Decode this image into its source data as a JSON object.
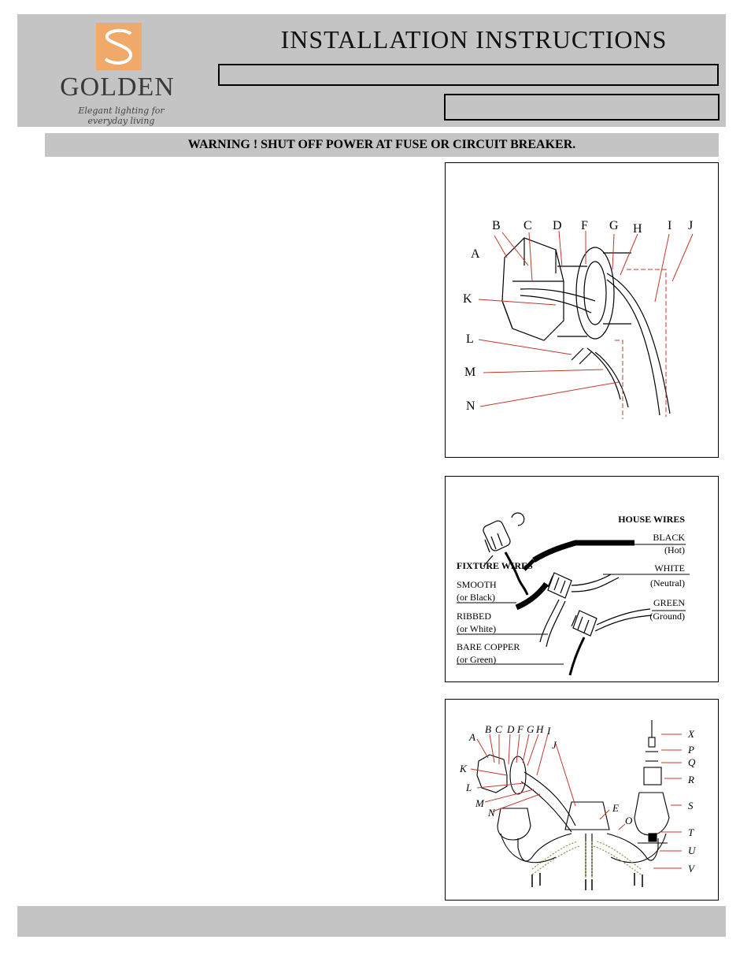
{
  "header": {
    "title": "INSTALLATION INSTRUCTIONS",
    "brand": "GOLDEN",
    "tagline": "Elegant lighting for everyday living"
  },
  "warning": "WARNING !  SHUT OFF POWER AT FUSE OR CIRCUIT BREAKER.",
  "diagram1": {
    "labels": [
      "A",
      "B",
      "C",
      "D",
      "F",
      "G",
      "H",
      "I",
      "J",
      "K",
      "L",
      "M",
      "N"
    ]
  },
  "diagram2": {
    "house_wires": "HOUSE WIRES",
    "fixture_wires": "FIXTURE WIRES",
    "black": "BLACK",
    "hot": "(Hot)",
    "white": "WHITE",
    "neutral": "(Neutral)",
    "green": "GREEN",
    "ground": "(Ground)",
    "smooth": "SMOOTH",
    "or_black": "(or Black)",
    "ribbed": "RIBBED",
    "or_white": "(or White)",
    "bare_copper": "BARE COPPER",
    "or_green": "(or Green)"
  },
  "diagram3": {
    "labels_left": [
      "A",
      "B",
      "C",
      "D",
      "F",
      "G",
      "H",
      "I",
      "J",
      "K",
      "L",
      "M",
      "N"
    ],
    "label_e": "E",
    "label_o": "O",
    "labels_right": [
      "X",
      "P",
      "Q",
      "R",
      "S",
      "T",
      "U",
      "V"
    ]
  }
}
